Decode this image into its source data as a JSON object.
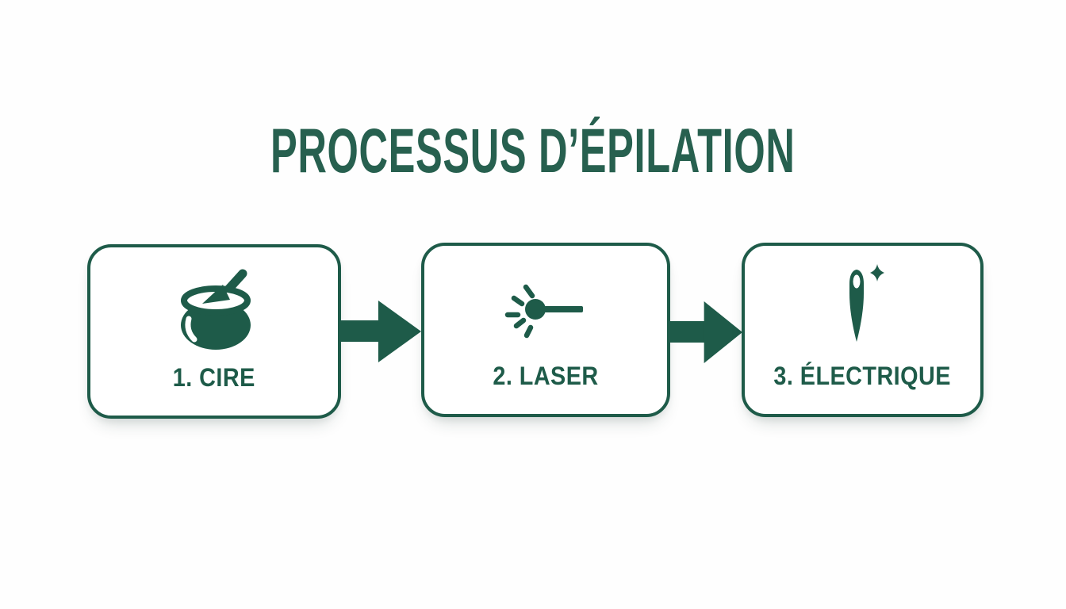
{
  "title": {
    "text": "PROCESSUS D’ÉPILATION"
  },
  "steps": [
    {
      "label": "1. CIRE",
      "icon": "wax-pot-icon"
    },
    {
      "label": "2. LASER",
      "icon": "laser-beam-icon"
    },
    {
      "label": "3. ÉLECTRIQUE",
      "icon": "electrolysis-needle-icon"
    }
  ],
  "connectors": [
    {
      "type": "arrow-right"
    },
    {
      "type": "arrow-right"
    }
  ],
  "theme": {
    "accent_green": "#1e5b49",
    "title_green": "#27604f",
    "background": "#fefefe",
    "box_fill": "#ffffff"
  }
}
